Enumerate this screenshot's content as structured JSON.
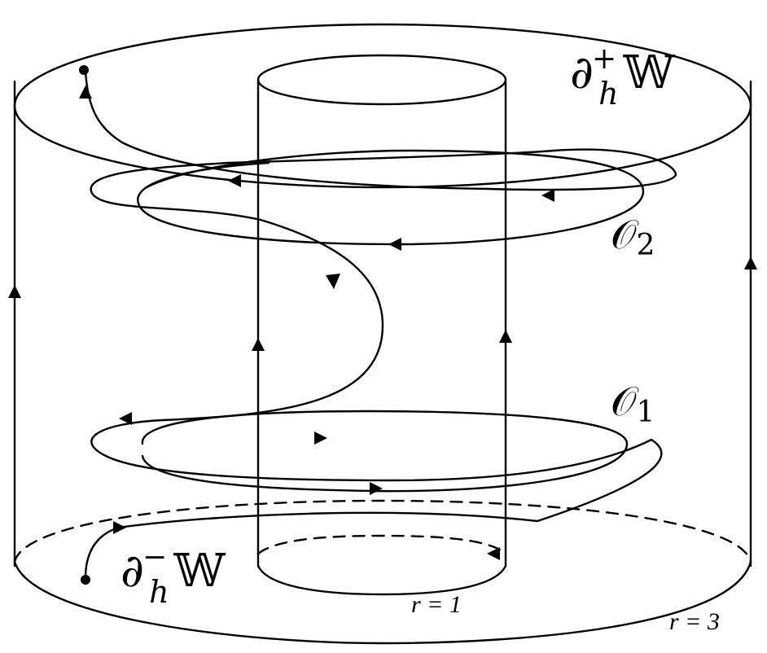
{
  "labels": {
    "top_boundary": {
      "main": "∂",
      "sub": "h",
      "sup": "+",
      "set": "𝕎"
    },
    "bottom_boundary": {
      "main": "∂",
      "sub": "h",
      "sup": "−",
      "set": "𝕎"
    },
    "orbit_2": {
      "main": "𝒪",
      "sub": "2"
    },
    "orbit_1": {
      "main": "𝒪",
      "sub": "1"
    },
    "inner_radius": "r = 1",
    "outer_radius": "r = 3"
  }
}
